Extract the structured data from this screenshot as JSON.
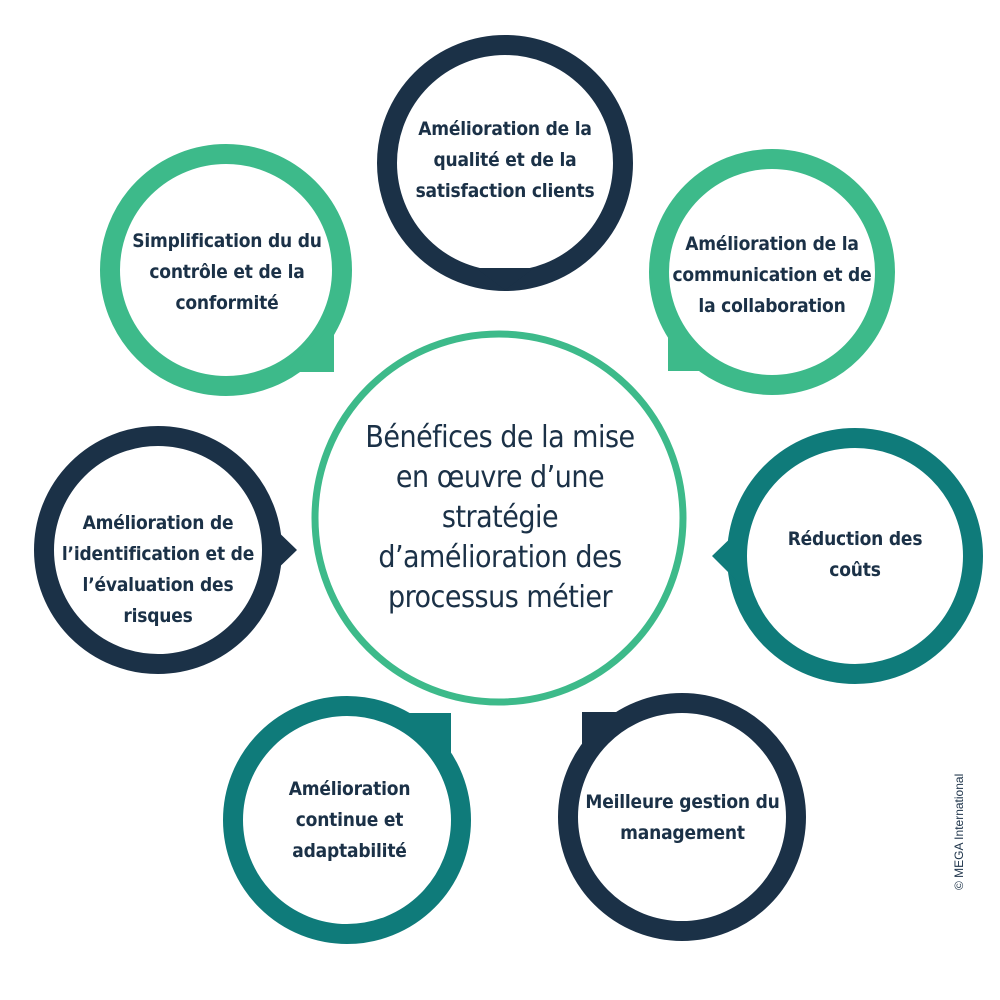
{
  "colors": {
    "navy": "#1b3147",
    "green": "#3dba8a",
    "teal": "#0f7b7a",
    "text": "#1b3147",
    "background": "#ffffff"
  },
  "center": {
    "label": "Bénéfices de la mise en œuvre d’une stratégie d’amélioration des processus métier",
    "color": "green"
  },
  "benefits": [
    {
      "label": "Amélioration de la qualité et de la satisfaction clients",
      "color": "navy",
      "pointer": "bottom"
    },
    {
      "label": "Amélioration de la communication et de la collaboration",
      "color": "green",
      "pointer": "bottom-left"
    },
    {
      "label": "Réduction des coûts",
      "color": "teal",
      "pointer": "left"
    },
    {
      "label": "Meilleure gestion du management",
      "color": "navy",
      "pointer": "top-left"
    },
    {
      "label": "Amélioration continue et adaptabilité",
      "color": "teal",
      "pointer": "top-right"
    },
    {
      "label": "Amélioration de l’identification et de l’évaluation des risques",
      "color": "navy",
      "pointer": "right"
    },
    {
      "label": "Simplification du du contrôle et de la conformité",
      "color": "green",
      "pointer": "bottom-right"
    }
  ],
  "copyright": "© MEGA International"
}
